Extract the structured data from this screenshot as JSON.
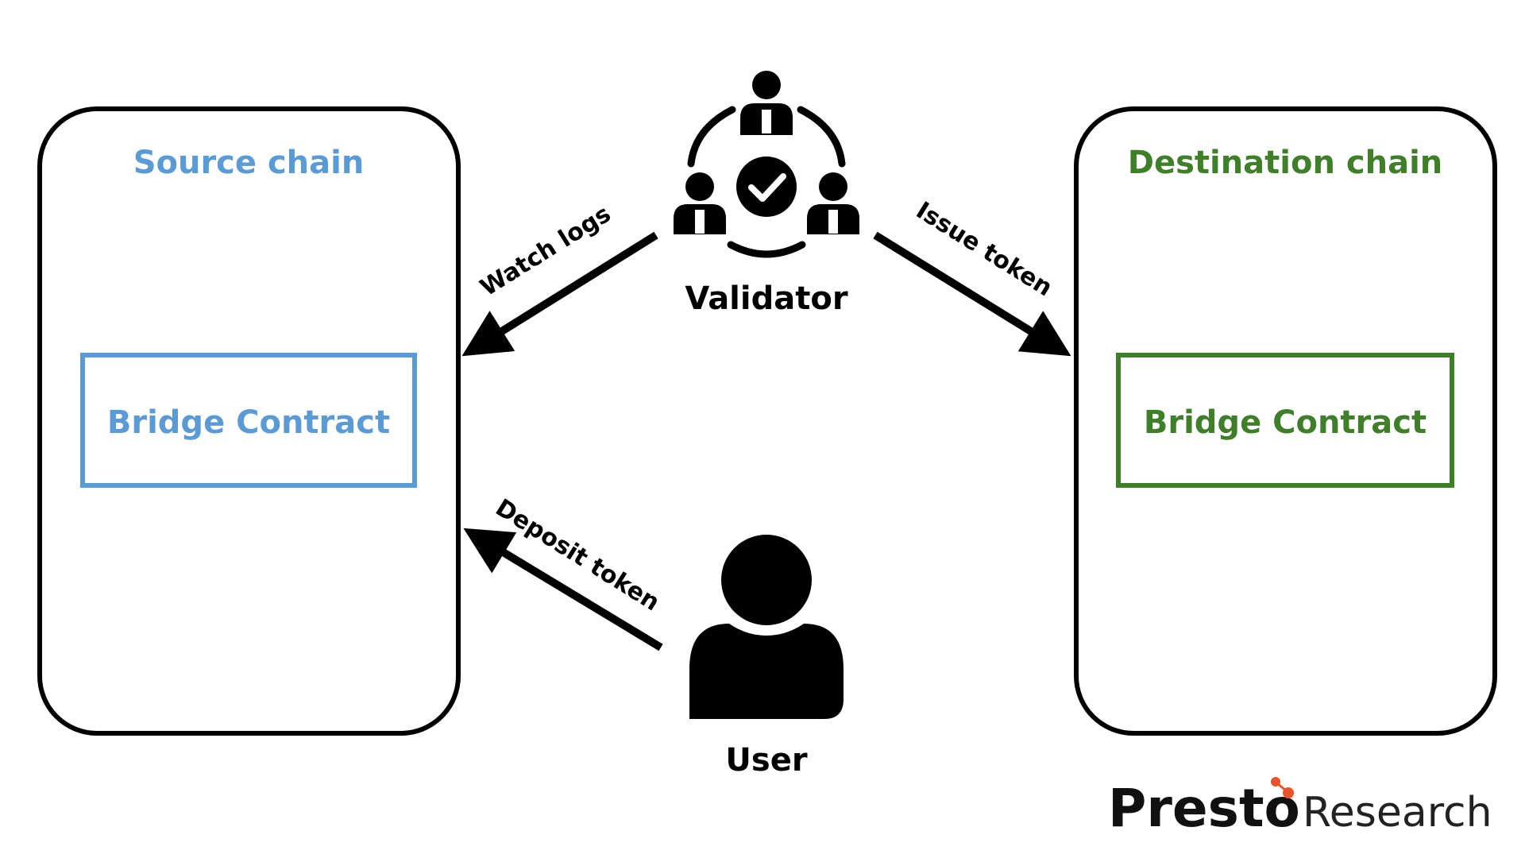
{
  "source_chain": {
    "title": "Source chain",
    "contract_label": "Bridge Contract",
    "color": "#5b9bd5"
  },
  "destination_chain": {
    "title": "Destination chain",
    "contract_label": "Bridge Contract",
    "color": "#3f7f2a"
  },
  "validator": {
    "label": "Validator",
    "icon": "validator-group-check-icon"
  },
  "user": {
    "label": "User",
    "icon": "user-icon"
  },
  "edges": {
    "watch_logs": "Watch logs",
    "issue_token": "Issue token",
    "deposit_token": "Deposit token"
  },
  "brand": {
    "name": "Presto",
    "suffix": "Research",
    "accent_color": "#e8532a"
  }
}
